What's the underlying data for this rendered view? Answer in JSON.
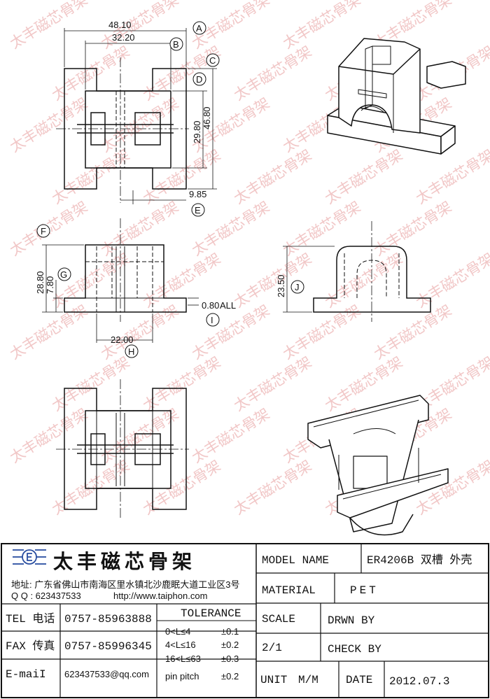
{
  "dimensions": {
    "a": "48.10",
    "b": "32.20",
    "d_top": "29.80",
    "c": "46.80",
    "e": "9.85",
    "f": "28.80",
    "g": "7.80",
    "i": "0.80",
    "i_suffix": "ALL",
    "h": "22.00",
    "j": "23.50"
  },
  "markers": {
    "a": "A",
    "b": "B",
    "c": "C",
    "d": "D",
    "e": "E",
    "f": "F",
    "g": "G",
    "h": "H",
    "i": "I",
    "j": "J"
  },
  "watermark": "太丰磁芯骨架",
  "title_block": {
    "company_name": "太丰磁芯骨架",
    "address": "地址: 广东省佛山市南海区里水镇北沙鹿眠大道工业区3号",
    "qq": "Q Q : 623437533",
    "url": "http://www.taiphon.com",
    "tel_label": "TEL 电话",
    "tel_value": "0757-85963888",
    "fax_label": "FAX 传真",
    "fax_value": "0757-85996345",
    "email_label": "E-maiI",
    "email_value": "623437533@qq.com",
    "tolerance_label": "TOLERANCE",
    "tolerance_rows": [
      {
        "range": "0<L≤4",
        "value": "±0.1"
      },
      {
        "range": "4<L≤16",
        "value": "±0.2"
      },
      {
        "range": "16<L≤63",
        "value": "±0.3"
      },
      {
        "range": "pin pitch",
        "value": "±0.2"
      }
    ],
    "model_name_label": "MODEL NAME",
    "model_name_value": "ER4206B 双槽 外壳",
    "material_label": "MATERIAL",
    "material_value": "PET",
    "scale_label": "SCALE",
    "scale_value": "2/1",
    "drawn_by_label": "DRWN BY",
    "check_by_label": "CHECK BY",
    "unit_label": "UNIT",
    "unit_value": "M/M",
    "date_label": "DATE",
    "date_value": "2012.07.3"
  }
}
